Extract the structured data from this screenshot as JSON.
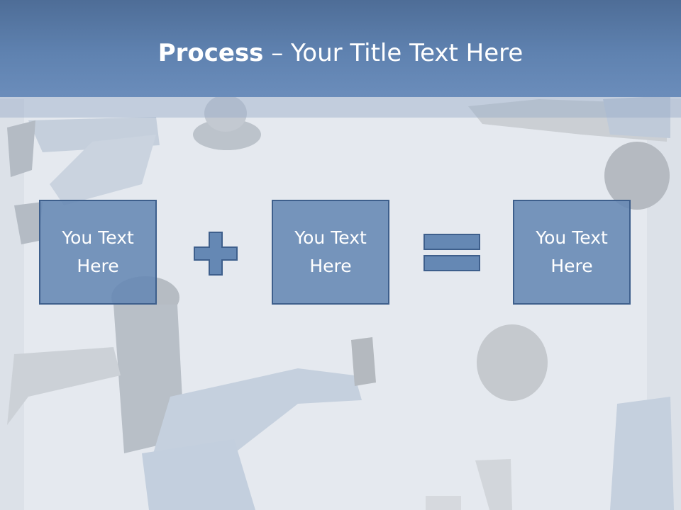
{
  "slide": {
    "title_bold": "Process",
    "title_rest": " – Your Title Text Here",
    "boxes": [
      {
        "label": "You Text\nHere"
      },
      {
        "label": "You Text\nHere"
      },
      {
        "label": "You Text\nHere"
      }
    ],
    "operators": [
      "plus-icon",
      "equals-icon"
    ],
    "colors": {
      "title_bar": "#5f82b0",
      "box_fill": "#6588b4",
      "box_border": "#3e5f8c",
      "background": "#e4e8ee"
    }
  }
}
